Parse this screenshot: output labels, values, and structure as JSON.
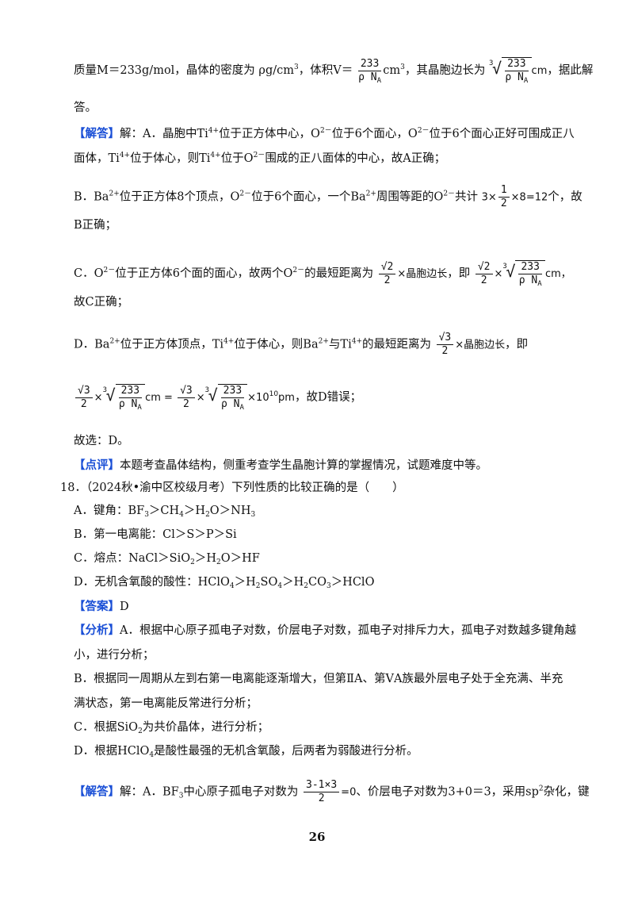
{
  "lines": {
    "l1a": "质量M＝233g/mol，晶体的密度为 ρg/cm",
    "l1b": "，体积V＝",
    "l1c": "cm",
    "l1d": "，其晶胞边长为",
    "l1e": "，据此解",
    "l2": "答。",
    "l3a": "【解答】",
    "l3b": "解：A．晶胞中Ti",
    "l3c": "位于正方体中心，O",
    "l3d": "位于6个面心，O",
    "l3e": "位于6个面心正好可围成正八",
    "l4a": "面体，Ti",
    "l4b": "位于体心，则Ti",
    "l4c": "位于O",
    "l4d": "围成的正八面体的中心，故A正确；",
    "l5a": "B．Ba",
    "l5b": "位于正方体8个顶点，O",
    "l5c": "位于6个面心，一个Ba",
    "l5d": "周围等距的O",
    "l5e": "共计",
    "l5f": "个，故",
    "l6": "B正确；",
    "l7a": "C．O",
    "l7b": "位于正方体6个面的面心，故两个O",
    "l7c": "的最短距离为",
    "l7d": "，即",
    "l8": "故C正确；",
    "l9a": "D．Ba",
    "l9b": "位于正方体顶点，Ti",
    "l9c": "位于体心，则Ba",
    "l9d": "与Ti",
    "l9e": "的最短距离为",
    "l9f": "，即",
    "l10": "，故D错误；",
    "l11": "故选：D。",
    "l12a": "【点评】",
    "l12b": "本题考查晶体结构，侧重考查学生晶胞计算的掌握情况，试题难度中等。",
    "q18": "18．（2024秋•渝中区校级月考）下列性质的比较正确的是（　　）",
    "optA": "A．键角：BF",
    "optB": "B．第一电离能：Cl＞S＞P＞Si",
    "optC": "C．熔点：NaCl＞SiO",
    "optD": "D．无机含氧酸的酸性：HClO",
    "ansTag": "【答案】",
    "ans": "D",
    "anaTag": "【分析】",
    "ana1": "A．根据中心原子孤电子对数，价层电子对数，孤电子对排斥力大，孤电子对数越多键角越",
    "ana2": "小，进行分析；",
    "ana3": "B．根据同一周期从左到右第一电离能逐渐增大，但第ⅡA、第ⅤA族最外层电子处于全充满、半充",
    "ana4": "满状态，第一电离能反常进行分析；",
    "ana5": "C．根据SiO",
    "ana5b": "为共价晶体，进行分析；",
    "ana6": "D．根据HClO",
    "ana6b": "是酸性最强的无机含氧酸，后两者为弱酸进行分析。",
    "last1": "【解答】",
    "last2": "解：A．BF",
    "last3": "中心原子孤电子对数为",
    "last4": "、价层电子对数为3+0＝3，采用sp",
    "last5": "杂化，键"
  },
  "page_number": "26"
}
